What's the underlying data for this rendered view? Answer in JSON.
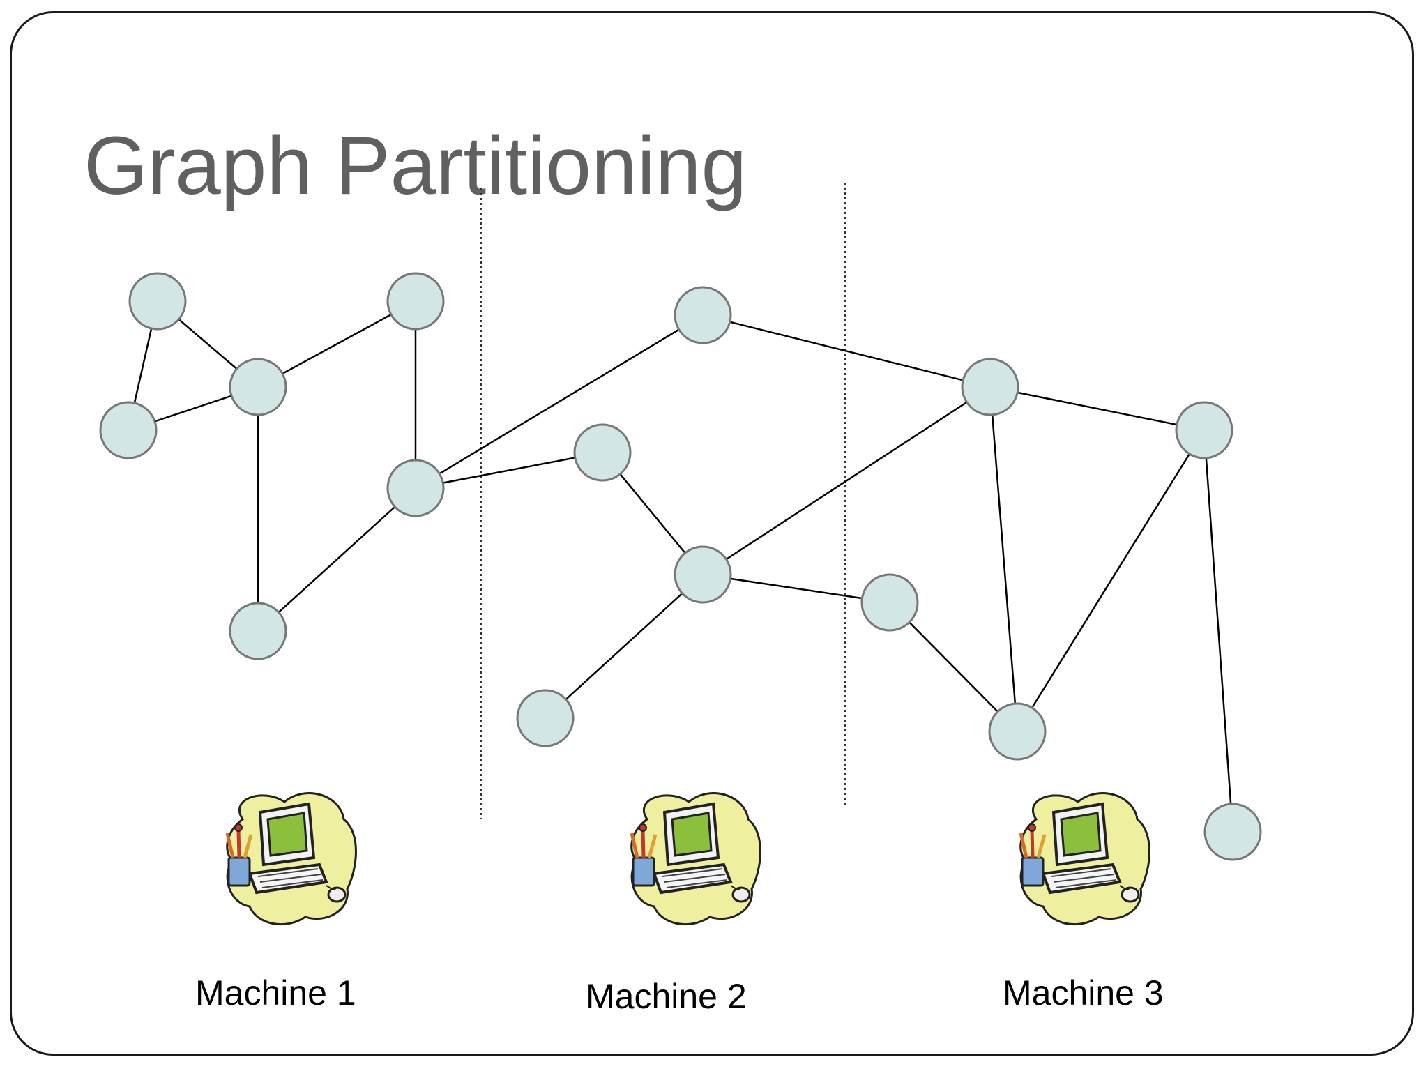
{
  "title": "Graph Partitioning",
  "colors": {
    "node_fill": "#d3e6e6",
    "node_stroke": "#777777",
    "edge": "#000000",
    "title": "#606060",
    "monitor_screen": "#8cbf3c",
    "blob": "#eef0a0"
  },
  "machines": [
    {
      "label": "Machine 1",
      "icon": "computer-clipart-icon"
    },
    {
      "label": "Machine 2",
      "icon": "computer-clipart-icon"
    },
    {
      "label": "Machine 3",
      "icon": "computer-clipart-icon"
    }
  ]
}
